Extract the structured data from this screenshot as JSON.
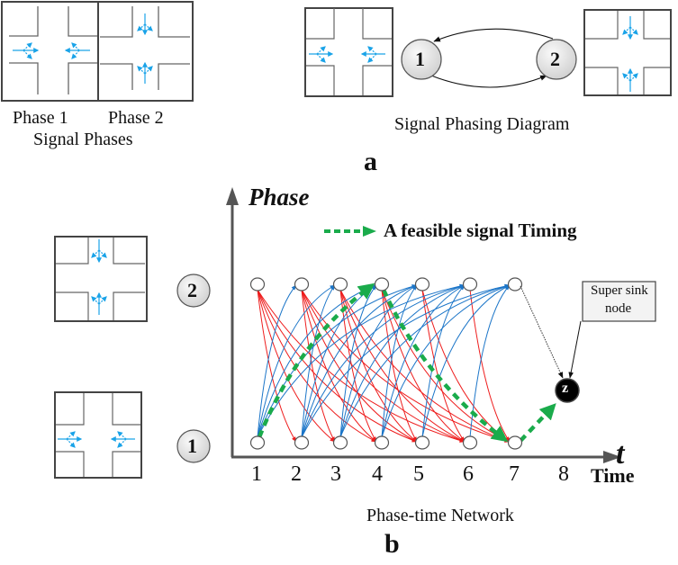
{
  "panel_a": {
    "signal_phases": {
      "phase1_label": "Phase 1",
      "phase2_label": "Phase 2",
      "caption": "Signal Phases"
    },
    "phasing_diagram": {
      "node1": "1",
      "node2": "2",
      "caption": "Signal Phasing Diagram"
    },
    "label": "a"
  },
  "panel_b": {
    "y_axis_label": "Phase",
    "x_axis_symbol": "t",
    "x_axis_label": "Time",
    "legend": "A feasible signal Timing",
    "phase_nodes": [
      "2",
      "1"
    ],
    "time_ticks": [
      "1",
      "2",
      "3",
      "4",
      "5",
      "6",
      "7",
      "8"
    ],
    "sink_node": "z",
    "sink_callout": [
      "Super sink",
      "node"
    ],
    "caption": "Phase-time Network",
    "label": "b"
  },
  "colors": {
    "movement_arrow": "#1aa3e8",
    "transition_red": "#ee1c1c",
    "transition_blue": "#1b75c8",
    "feasible_path": "#1aab4b",
    "node_fill": "#e6e6e6"
  }
}
